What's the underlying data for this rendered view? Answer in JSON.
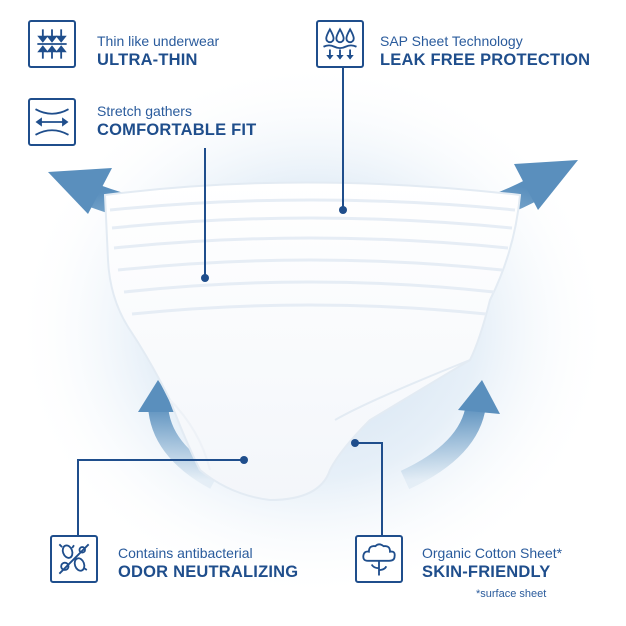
{
  "features": [
    {
      "id": "ultra-thin",
      "subtitle": "Thin like underwear",
      "title": "ULTRA-THIN",
      "icon": "thin-layers-icon"
    },
    {
      "id": "leak-free",
      "subtitle": "SAP Sheet Technology",
      "title": "LEAK FREE PROTECTION",
      "icon": "water-drops-icon"
    },
    {
      "id": "comfortable-fit",
      "subtitle": "Stretch gathers",
      "title": "COMFORTABLE FIT",
      "icon": "stretch-icon"
    },
    {
      "id": "odor",
      "subtitle": "Contains antibacterial",
      "title": "ODOR NEUTRALIZING",
      "icon": "antibacterial-icon"
    },
    {
      "id": "skin-friendly",
      "subtitle": "Organic Cotton Sheet*",
      "title": "SKIN-FRIENDLY",
      "icon": "cotton-plant-icon"
    }
  ],
  "footnote": "*surface sheet",
  "colors": {
    "brand": "#1f4e8c",
    "arrow": "#6fa0c8",
    "glow": "#d6e6f3"
  }
}
